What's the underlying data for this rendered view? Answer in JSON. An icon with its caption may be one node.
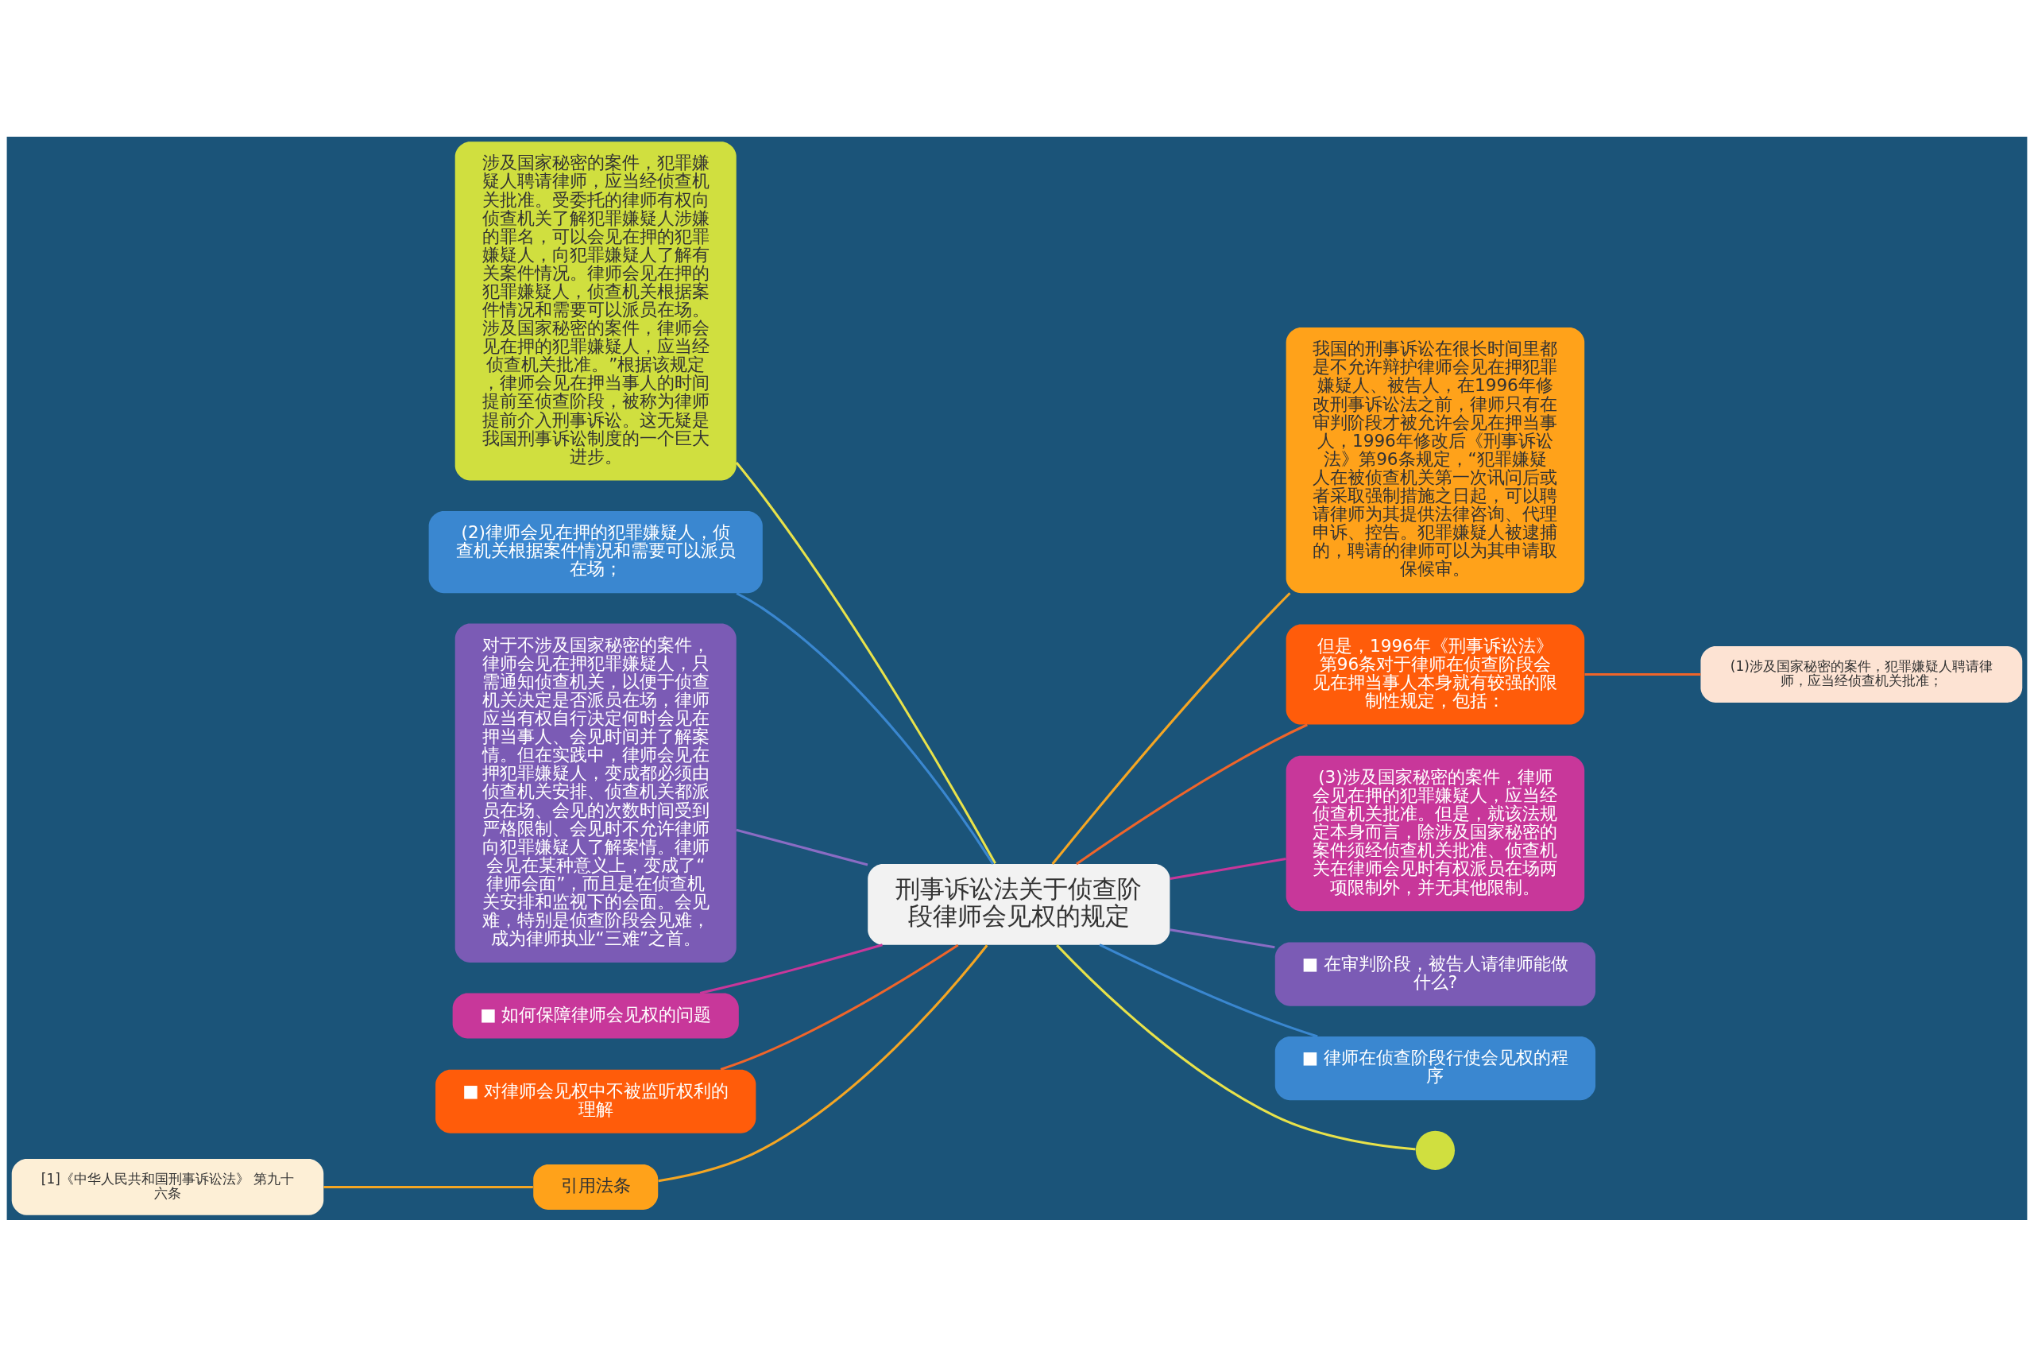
{
  "diagram": {
    "nodes": [
      {
        "text": [
          "刑事诉讼法关于侦查阶段律师会见权的规定"
        ]
      },
      {
        "text": [
          "涉及国家秘密的案件，犯罪嫌疑人聘请律师，应当经侦查机关批准。受委托的律师有权向侦查机关了解犯罪嫌疑人涉嫌的罪名，可以会见在押的犯罪嫌疑人，向犯罪嫌疑人了解有关案件情况。律师会见在押的犯罪嫌疑人，侦查机关根据案件情况和需要可以派员在场。涉及国家秘密的案件，律师会见在押的犯罪嫌疑人，应当经侦查机关批准。”根据该规定，律师会见在押当事人的时间提前至侦查阶段，被称为律师提前介入刑事诉讼。这无疑是我国刑事诉讼制度的一个巨大进步。"
        ]
      },
      {
        "text": [
          "(2)律师会见在押的犯罪嫌疑人，侦查机关根据案件情况和需要可以派员在场；"
        ]
      },
      {
        "text": [
          "对于不涉及国家秘密的案件，律师会见在押犯罪嫌疑人，只需通知侦查机关，以便于侦查机关决定是否派员在场，律师应当有权自行决定何时会见在押当事人、会见时间并了解案情。但在实践中，律师会见在押犯罪嫌疑人，变成都必须由侦查机关安排、侦查机关都派员在场、会见的次数时间受到严格限制、会见时不允许律师向犯罪嫌疑人了解案情。律师会见在某种意义上，变成了“律师会面”，而且是在侦查机关安排和监视下的会面。会见难，特别是侦查阶段会见难，成为律师执业“三难”之首。"
        ]
      },
      {
        "text": [
          "■ 如何保障律师会见权的问题"
        ]
      },
      {
        "text": [
          "■ 对律师会见权中不被监听权利的理解"
        ]
      },
      {
        "text": [
          "引用法条"
        ]
      },
      {
        "text": [
          "[1]《中华人民共和国刑事诉讼法》 第九十六条"
        ]
      },
      {
        "text": [
          "我国的刑事诉讼在很长时间里都是不允许辩护律师会见在押犯罪嫌疑人、被告人，在1996年修改刑事诉讼法之前，律师只有在审判阶段才被允许会见在押当事人，1996年修改后《刑事诉讼法》第96条规定，“犯罪嫌疑人在被侦查机关第一次讯问后或者采取强制措施之日起，可以聘请律师为其提供法律咨询、代理申诉、控告。犯罪嫌疑人被逮捕的，聘请的律师可以为其申请取保候审。"
        ]
      },
      {
        "text": [
          "但是，1996年《刑事诉讼法》第96条对于律师在侦查阶段会见在押当事人本身就有较强的限制性规定，包括："
        ]
      },
      {
        "text": [
          "(1)涉及国家秘密的案件，犯罪嫌疑人聘请律师，应当经侦查机关批准；"
        ]
      },
      {
        "text": [
          "(3)涉及国家秘密的案件，律师会见在押的犯罪嫌疑人，应当经侦查机关批准。但是，就该法规定本身而言，除涉及国家秘密的案件须经侦查机关批准、侦查机关在律师会见时有权派员在场两项限制外，并无其他限制。"
        ]
      },
      {
        "text": [
          "■ 在审判阶段，被告人请律师能做什么?"
        ]
      },
      {
        "text": [
          "■ 律师在侦查阶段行使会见权的程序"
        ]
      },
      {
        "text": [],
        "shape": "circle"
      }
    ],
    "edges": [
      {
        "from": 0,
        "to": 1,
        "arrow": "none",
        "color": "#e8e24a"
      },
      {
        "from": 0,
        "to": 2,
        "arrow": "none",
        "color": "#3a87d0"
      },
      {
        "from": 0,
        "to": 3,
        "arrow": "none",
        "color": "#8a6cc4"
      },
      {
        "from": 0,
        "to": 4,
        "arrow": "none",
        "color": "#c8379a"
      },
      {
        "from": 0,
        "to": 5,
        "arrow": "none",
        "color": "#f0652a"
      },
      {
        "from": 0,
        "to": 6,
        "arrow": "none",
        "color": "#f5a623"
      },
      {
        "from": 6,
        "to": 7,
        "arrow": "none",
        "color": "#f5a623"
      },
      {
        "from": 0,
        "to": 8,
        "arrow": "none",
        "color": "#f5a623"
      },
      {
        "from": 0,
        "to": 9,
        "arrow": "none",
        "color": "#f0652a"
      },
      {
        "from": 9,
        "to": 10,
        "arrow": "none",
        "color": "#f0652a"
      },
      {
        "from": 0,
        "to": 11,
        "arrow": "none",
        "color": "#c8379a"
      },
      {
        "from": 0,
        "to": 12,
        "arrow": "none",
        "color": "#8a6cc4"
      },
      {
        "from": 0,
        "to": 13,
        "arrow": "none",
        "color": "#3a87d0"
      },
      {
        "from": 0,
        "to": 14,
        "arrow": "none",
        "color": "#e8e24a"
      }
    ]
  }
}
